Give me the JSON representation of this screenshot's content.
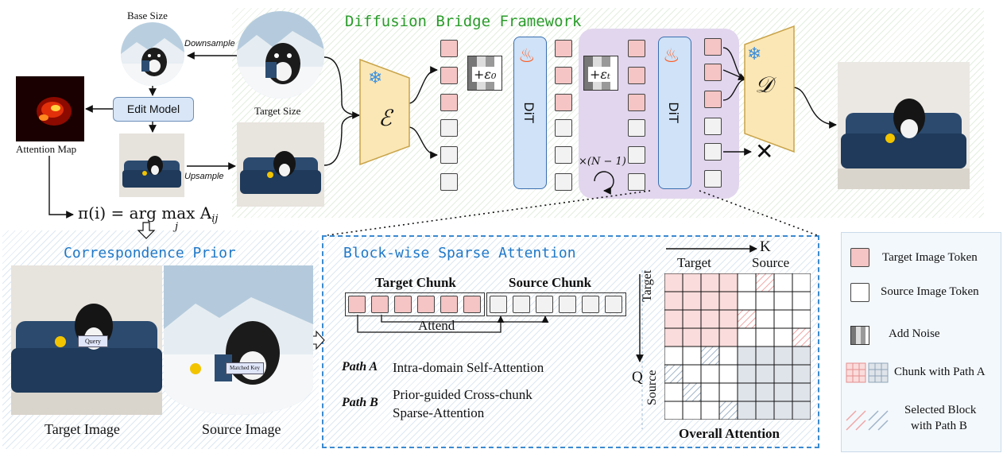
{
  "framework": {
    "title": "Diffusion Bridge Framework",
    "encoder_symbol": "ℰ",
    "decoder_symbol": "𝒟",
    "dit_label": "DiT",
    "noise_label_1": "+ε₀",
    "noise_label_2": "+εₜ",
    "repeat_label": "×(N − 1)",
    "discard_symbol": "✕"
  },
  "pipeline": {
    "base_size_label": "Base Size",
    "target_size_label": "Target Size",
    "downsample_label": "Downsample",
    "upsample_label": "Upsample",
    "edit_model_label": "Edit Model",
    "attention_map_label": "Attention Map",
    "formula": "π(i) = arg max A",
    "formula_sub_j": "j",
    "formula_sub_ij": "ij"
  },
  "correspondence": {
    "title": "Correspondence Prior",
    "query_label": "Query",
    "matched_key_label": "Matched Key",
    "target_caption": "Target Image",
    "source_caption": "Source Image"
  },
  "sparse": {
    "title": "Block-wise Sparse Attention",
    "target_chunk": "Target Chunk",
    "source_chunk": "Source Chunk",
    "attend": "Attend",
    "path_a_label": "Path A",
    "path_a_text": "Intra-domain Self-Attention",
    "path_b_label": "Path B",
    "path_b_text_1": "Prior-guided Cross-chunk",
    "path_b_text_2": "Sparse-Attention",
    "k_label": "K",
    "q_label": "Q",
    "matrix_target": "Target",
    "matrix_source": "Source",
    "row_target": "Target",
    "row_source": "Source",
    "overall": "Overall Attention"
  },
  "legend": {
    "target_token": "Target Image Token",
    "source_token": "Source Image Token",
    "add_noise": "Add Noise",
    "chunk_path_a": "Chunk with Path A",
    "selected_block_1": "Selected Block",
    "selected_block_2": "with Path B"
  },
  "colors": {
    "target_token": "#f5c4c4",
    "source_token": "#f2f2f2",
    "green_title": "#2a9b2a",
    "blue_title": "#1f78c8",
    "dit_fill": "#cfe2f7",
    "loop_panel": "#e2d6ee",
    "encoder_fill": "#fbe7b5"
  }
}
